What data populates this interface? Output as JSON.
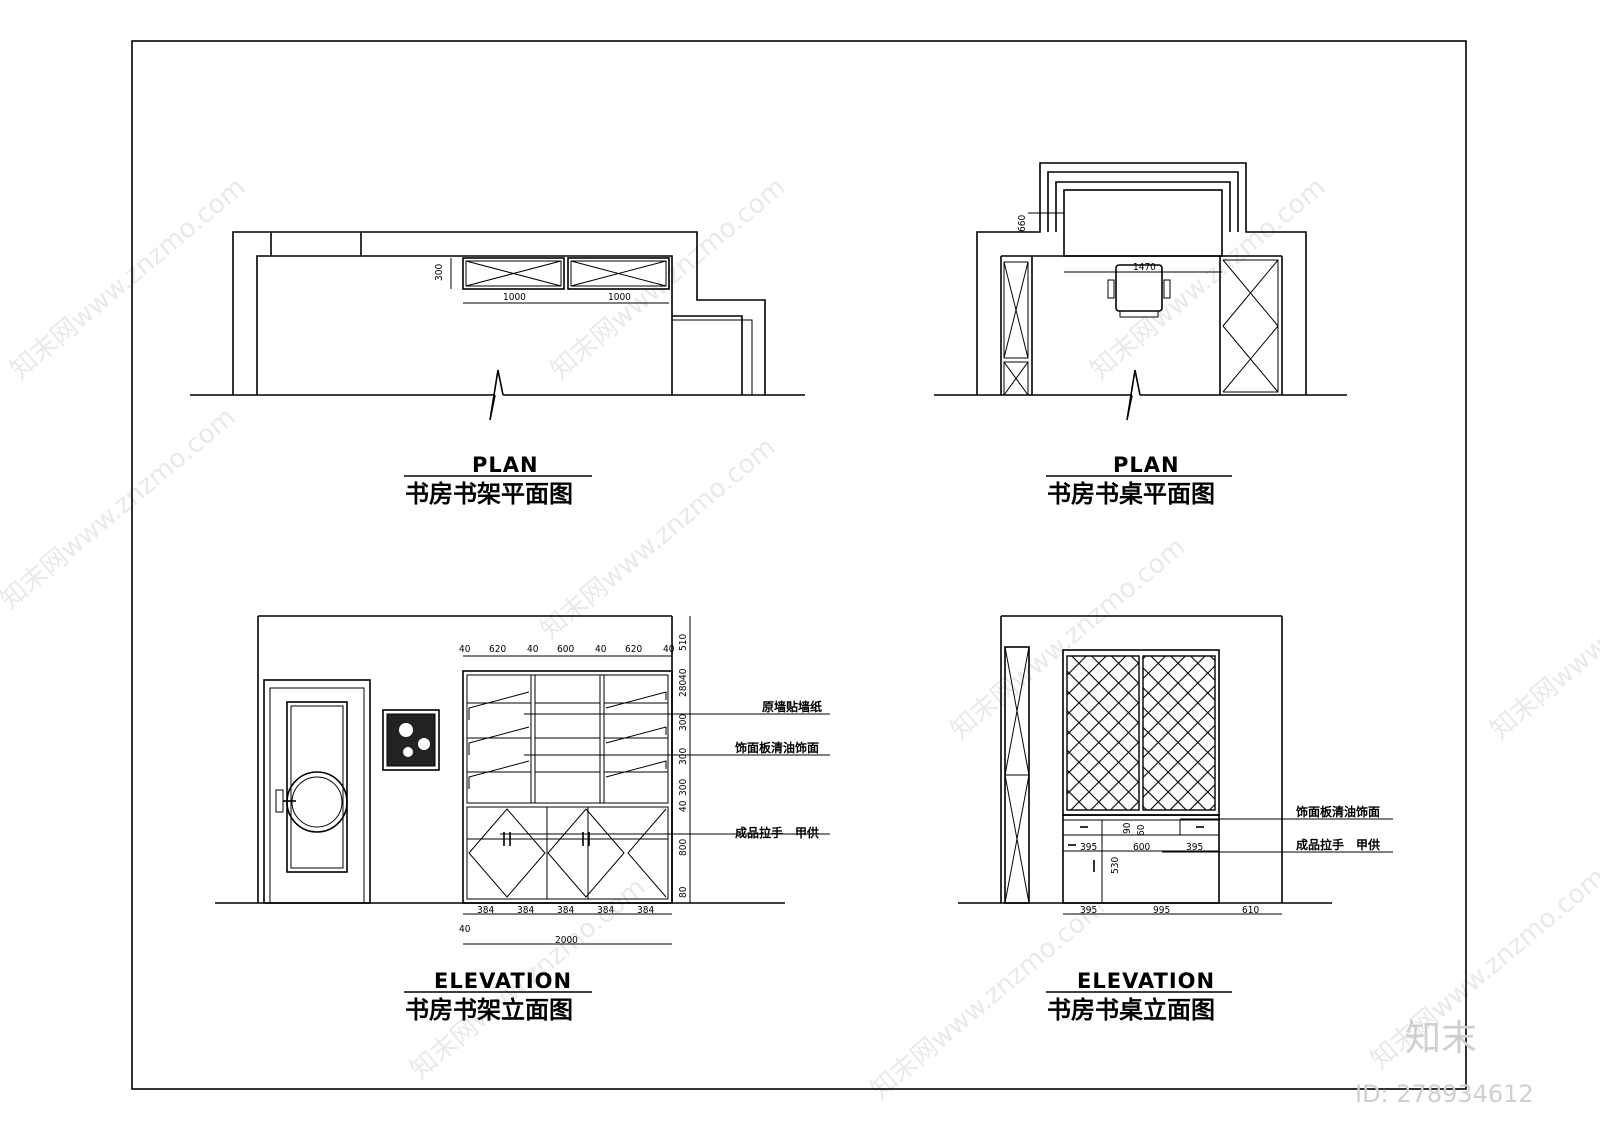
{
  "watermark": "知末网www.znzmo.com",
  "brand": "知末",
  "id_label": "ID: 278934612",
  "drawings": {
    "bookshelf_plan": {
      "title_en": "PLAN",
      "title_cn": "书房书架平面图",
      "dims": {
        "d300": "300",
        "d1000a": "1000",
        "d1000b": "1000"
      }
    },
    "desk_plan": {
      "title_en": "PLAN",
      "title_cn": "书房书桌平面图",
      "dims": {
        "d660": "660",
        "d1470": "1470"
      }
    },
    "bookshelf_elev": {
      "title_en": "ELEVATION",
      "title_cn": "书房书架立面图",
      "top_dims": [
        "40",
        "620",
        "40",
        "600",
        "40",
        "620",
        "40"
      ],
      "right_dims": [
        "510",
        "40",
        "280",
        "300",
        "300",
        "300",
        "40",
        "800",
        "80"
      ],
      "bottom_dims": [
        "384",
        "384",
        "384",
        "384",
        "384"
      ],
      "d40": "40",
      "d2000": "2000",
      "notes": {
        "wallpaper": "原墙贴墙纸",
        "panel": "饰面板清油饰面",
        "handle": "成品拉手　甲供"
      }
    },
    "desk_elev": {
      "title_en": "ELEVATION",
      "title_cn": "书房书桌立面图",
      "inner_dims": {
        "d395a": "395",
        "d600": "600",
        "d395b": "395",
        "d90": "90",
        "d60": "60",
        "d530": "530"
      },
      "bottom_dims": {
        "d395": "395",
        "d995": "995",
        "d610": "610"
      },
      "notes": {
        "panel": "饰面板清油饰面",
        "handle": "成品拉手　甲供"
      }
    }
  }
}
